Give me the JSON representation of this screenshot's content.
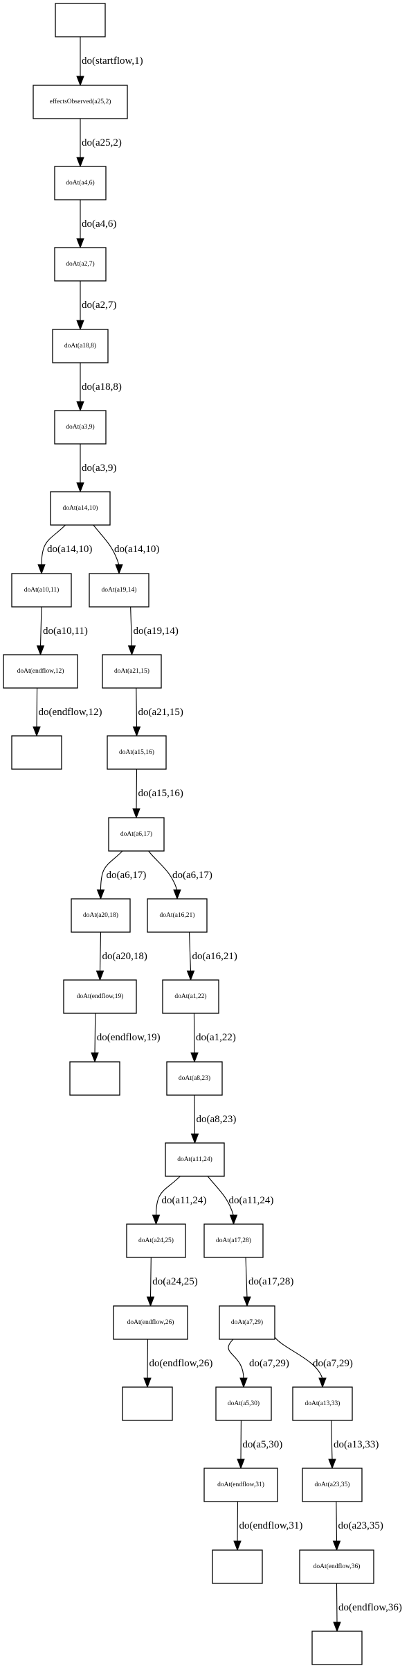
{
  "diagram": {
    "title": "",
    "nodes": [
      {
        "id": "n0",
        "label": ""
      },
      {
        "id": "n1",
        "label": "effectsObserved(a25,2)"
      },
      {
        "id": "n2",
        "label": "doAt(a4,6)"
      },
      {
        "id": "n3",
        "label": "doAt(a2,7)"
      },
      {
        "id": "n4",
        "label": "doAt(a18,8)"
      },
      {
        "id": "n5",
        "label": "doAt(a3,9)"
      },
      {
        "id": "n6",
        "label": "doAt(a14,10)"
      },
      {
        "id": "n7",
        "label": "doAt(a10,11)"
      },
      {
        "id": "n8",
        "label": "doAt(a19,14)"
      },
      {
        "id": "n9",
        "label": "doAt(endflow,12)"
      },
      {
        "id": "n10",
        "label": "doAt(a21,15)"
      },
      {
        "id": "n11",
        "label": ""
      },
      {
        "id": "n12",
        "label": "doAt(a15,16)"
      },
      {
        "id": "n13",
        "label": "doAt(a6,17)"
      },
      {
        "id": "n14",
        "label": "doAt(a20,18)"
      },
      {
        "id": "n15",
        "label": "doAt(a16,21)"
      },
      {
        "id": "n16",
        "label": "doAt(endflow,19)"
      },
      {
        "id": "n17",
        "label": "doAt(a1,22)"
      },
      {
        "id": "n18",
        "label": ""
      },
      {
        "id": "n19",
        "label": "doAt(a8,23)"
      },
      {
        "id": "n20",
        "label": "doAt(a11,24)"
      },
      {
        "id": "n21",
        "label": "doAt(a24,25)"
      },
      {
        "id": "n22",
        "label": "doAt(a17,28)"
      },
      {
        "id": "n23",
        "label": "doAt(endflow,26)"
      },
      {
        "id": "n24",
        "label": "doAt(a7,29)"
      },
      {
        "id": "n25",
        "label": ""
      },
      {
        "id": "n26",
        "label": "doAt(a5,30)"
      },
      {
        "id": "n27",
        "label": "doAt(a13,33)"
      },
      {
        "id": "n28",
        "label": "doAt(endflow,31)"
      },
      {
        "id": "n29",
        "label": "doAt(a23,35)"
      },
      {
        "id": "n30",
        "label": ""
      },
      {
        "id": "n31",
        "label": "doAt(endflow,36)"
      },
      {
        "id": "n32",
        "label": ""
      }
    ],
    "edges": [
      {
        "from": "n0",
        "to": "n1",
        "label": "do(startflow,1)"
      },
      {
        "from": "n1",
        "to": "n2",
        "label": "do(a25,2)"
      },
      {
        "from": "n2",
        "to": "n3",
        "label": "do(a4,6)"
      },
      {
        "from": "n3",
        "to": "n4",
        "label": "do(a2,7)"
      },
      {
        "from": "n4",
        "to": "n5",
        "label": "do(a18,8)"
      },
      {
        "from": "n5",
        "to": "n6",
        "label": "do(a3,9)"
      },
      {
        "from": "n6",
        "to": "n7",
        "label": "do(a14,10)"
      },
      {
        "from": "n6",
        "to": "n8",
        "label": "do(a14,10)"
      },
      {
        "from": "n7",
        "to": "n9",
        "label": "do(a10,11)"
      },
      {
        "from": "n8",
        "to": "n10",
        "label": "do(a19,14)"
      },
      {
        "from": "n9",
        "to": "n11",
        "label": "do(endflow,12)"
      },
      {
        "from": "n10",
        "to": "n12",
        "label": "do(a21,15)"
      },
      {
        "from": "n12",
        "to": "n13",
        "label": "do(a15,16)"
      },
      {
        "from": "n13",
        "to": "n14",
        "label": "do(a6,17)"
      },
      {
        "from": "n13",
        "to": "n15",
        "label": "do(a6,17)"
      },
      {
        "from": "n14",
        "to": "n16",
        "label": "do(a20,18)"
      },
      {
        "from": "n15",
        "to": "n17",
        "label": "do(a16,21)"
      },
      {
        "from": "n16",
        "to": "n18",
        "label": "do(endflow,19)"
      },
      {
        "from": "n17",
        "to": "n19",
        "label": "do(a1,22)"
      },
      {
        "from": "n19",
        "to": "n20",
        "label": "do(a8,23)"
      },
      {
        "from": "n20",
        "to": "n21",
        "label": "do(a11,24)"
      },
      {
        "from": "n20",
        "to": "n22",
        "label": "do(a11,24)"
      },
      {
        "from": "n21",
        "to": "n23",
        "label": "do(a24,25)"
      },
      {
        "from": "n22",
        "to": "n24",
        "label": "do(a17,28)"
      },
      {
        "from": "n23",
        "to": "n25",
        "label": "do(endflow,26)"
      },
      {
        "from": "n24",
        "to": "n26",
        "label": "do(a7,29)"
      },
      {
        "from": "n24",
        "to": "n27",
        "label": "do(a7,29)"
      },
      {
        "from": "n26",
        "to": "n28",
        "label": "do(a5,30)"
      },
      {
        "from": "n27",
        "to": "n29",
        "label": "do(a13,33)"
      },
      {
        "from": "n28",
        "to": "n30",
        "label": "do(endflow,31)"
      },
      {
        "from": "n29",
        "to": "n31",
        "label": "do(a23,35)"
      },
      {
        "from": "n31",
        "to": "n32",
        "label": "do(endflow,36)"
      }
    ]
  }
}
